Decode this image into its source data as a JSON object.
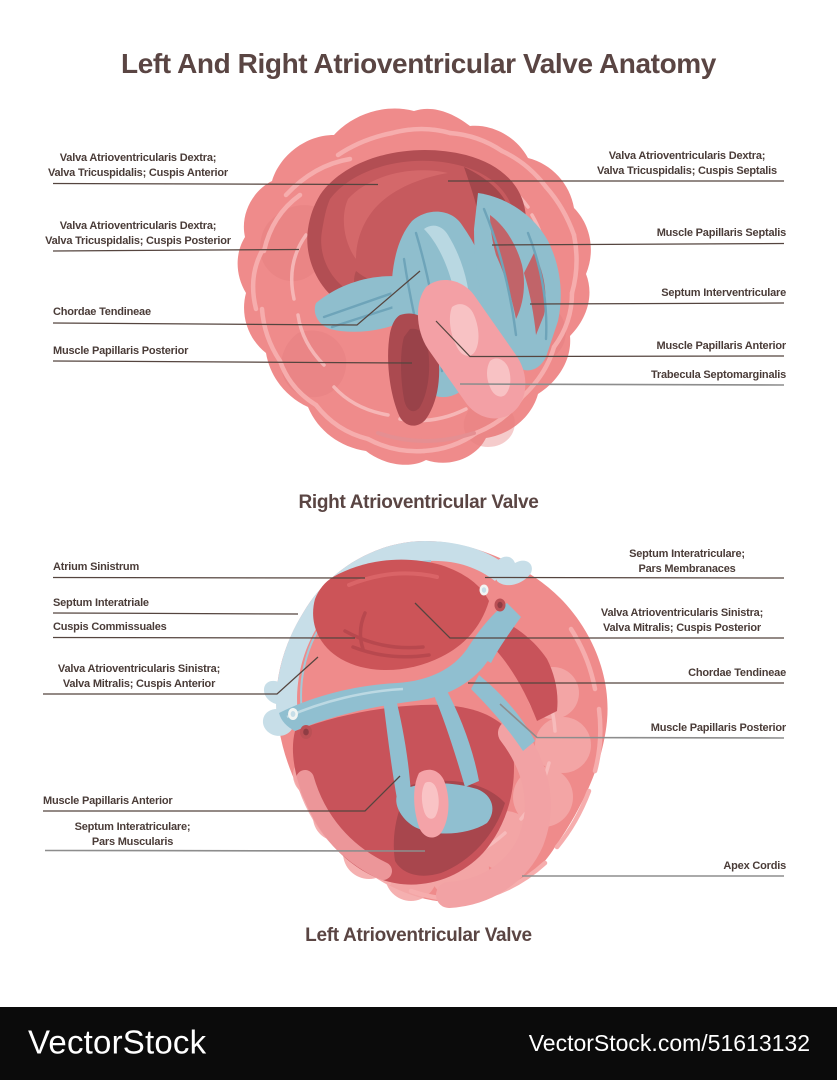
{
  "title": "Left And Right Atrioventricular Valve Anatomy",
  "palette": {
    "title_text": "#5a4543",
    "label_text": "#4a3c38",
    "leader_line": "#55453f",
    "leader_line_gray": "#8d8d8d",
    "heart_muscle": "#ef8b8b",
    "heart_muscle_light": "#f6adad",
    "heart_muscle_shadow": "#e57f80",
    "cavity_red": "#c65a5e",
    "cavity_dark_red": "#9d4449",
    "chordae_blue": "#8fbecd",
    "chordae_blue_light": "#c7dee8",
    "papillary_pink": "#f3a0a5",
    "footer_bg": "#0b0b0b",
    "footer_text": "#ffffff"
  },
  "right_valve_diagram": {
    "caption": "Right Atrioventricular Valve",
    "labels": {
      "cuspis_anterior": [
        "Valva Atrioventricularis Dextra;",
        "Valva Tricuspidalis; Cuspis Anterior"
      ],
      "cuspis_posterior": [
        "Valva Atrioventricularis Dextra;",
        "Valva Tricuspidalis; Cuspis Posterior"
      ],
      "chordae_tendineae": "Chordae Tendineae",
      "muscle_papillaris_posterior": "Muscle Papillaris Posterior",
      "cuspis_septalis": [
        "Valva Atrioventricularis Dextra;",
        "Valva Tricuspidalis; Cuspis Septalis"
      ],
      "muscle_papillaris_septalis": "Muscle Papillaris Septalis",
      "septum_interventriculare": "Septum Interventriculare",
      "muscle_papillaris_anterior": "Muscle Papillaris Anterior",
      "trabecula_septomarginalis": "Trabecula Septomarginalis"
    }
  },
  "left_valve_diagram": {
    "caption": "Left Atrioventricular Valve",
    "labels": {
      "atrium_sinistrum": "Atrium Sinistrum",
      "septum_interatriale": "Septum Interatriale",
      "cuspis_commissuales": "Cuspis Commissuales",
      "cuspis_anterior": [
        "Valva Atrioventricularis Sinistra;",
        "Valva Mitralis; Cuspis Anterior"
      ],
      "muscle_papillaris_anterior": "Muscle Papillaris Anterior",
      "septum_pars_muscularis": [
        "Septum Interatriculare;",
        "Pars Muscularis"
      ],
      "septum_pars_membranaces": [
        "Septum Interatriculare;",
        "Pars Membranaces"
      ],
      "cuspis_posterior": [
        "Valva Atrioventricularis Sinistra;",
        "Valva Mitralis; Cuspis Posterior"
      ],
      "chordae_tendineae": "Chordae Tendineae",
      "muscle_papillaris_posterior": "Muscle Papillaris Posterior",
      "apex_cordis": "Apex Cordis"
    }
  },
  "footer": {
    "brand": "VectorStock",
    "url": "VectorStock.com/51613132"
  }
}
